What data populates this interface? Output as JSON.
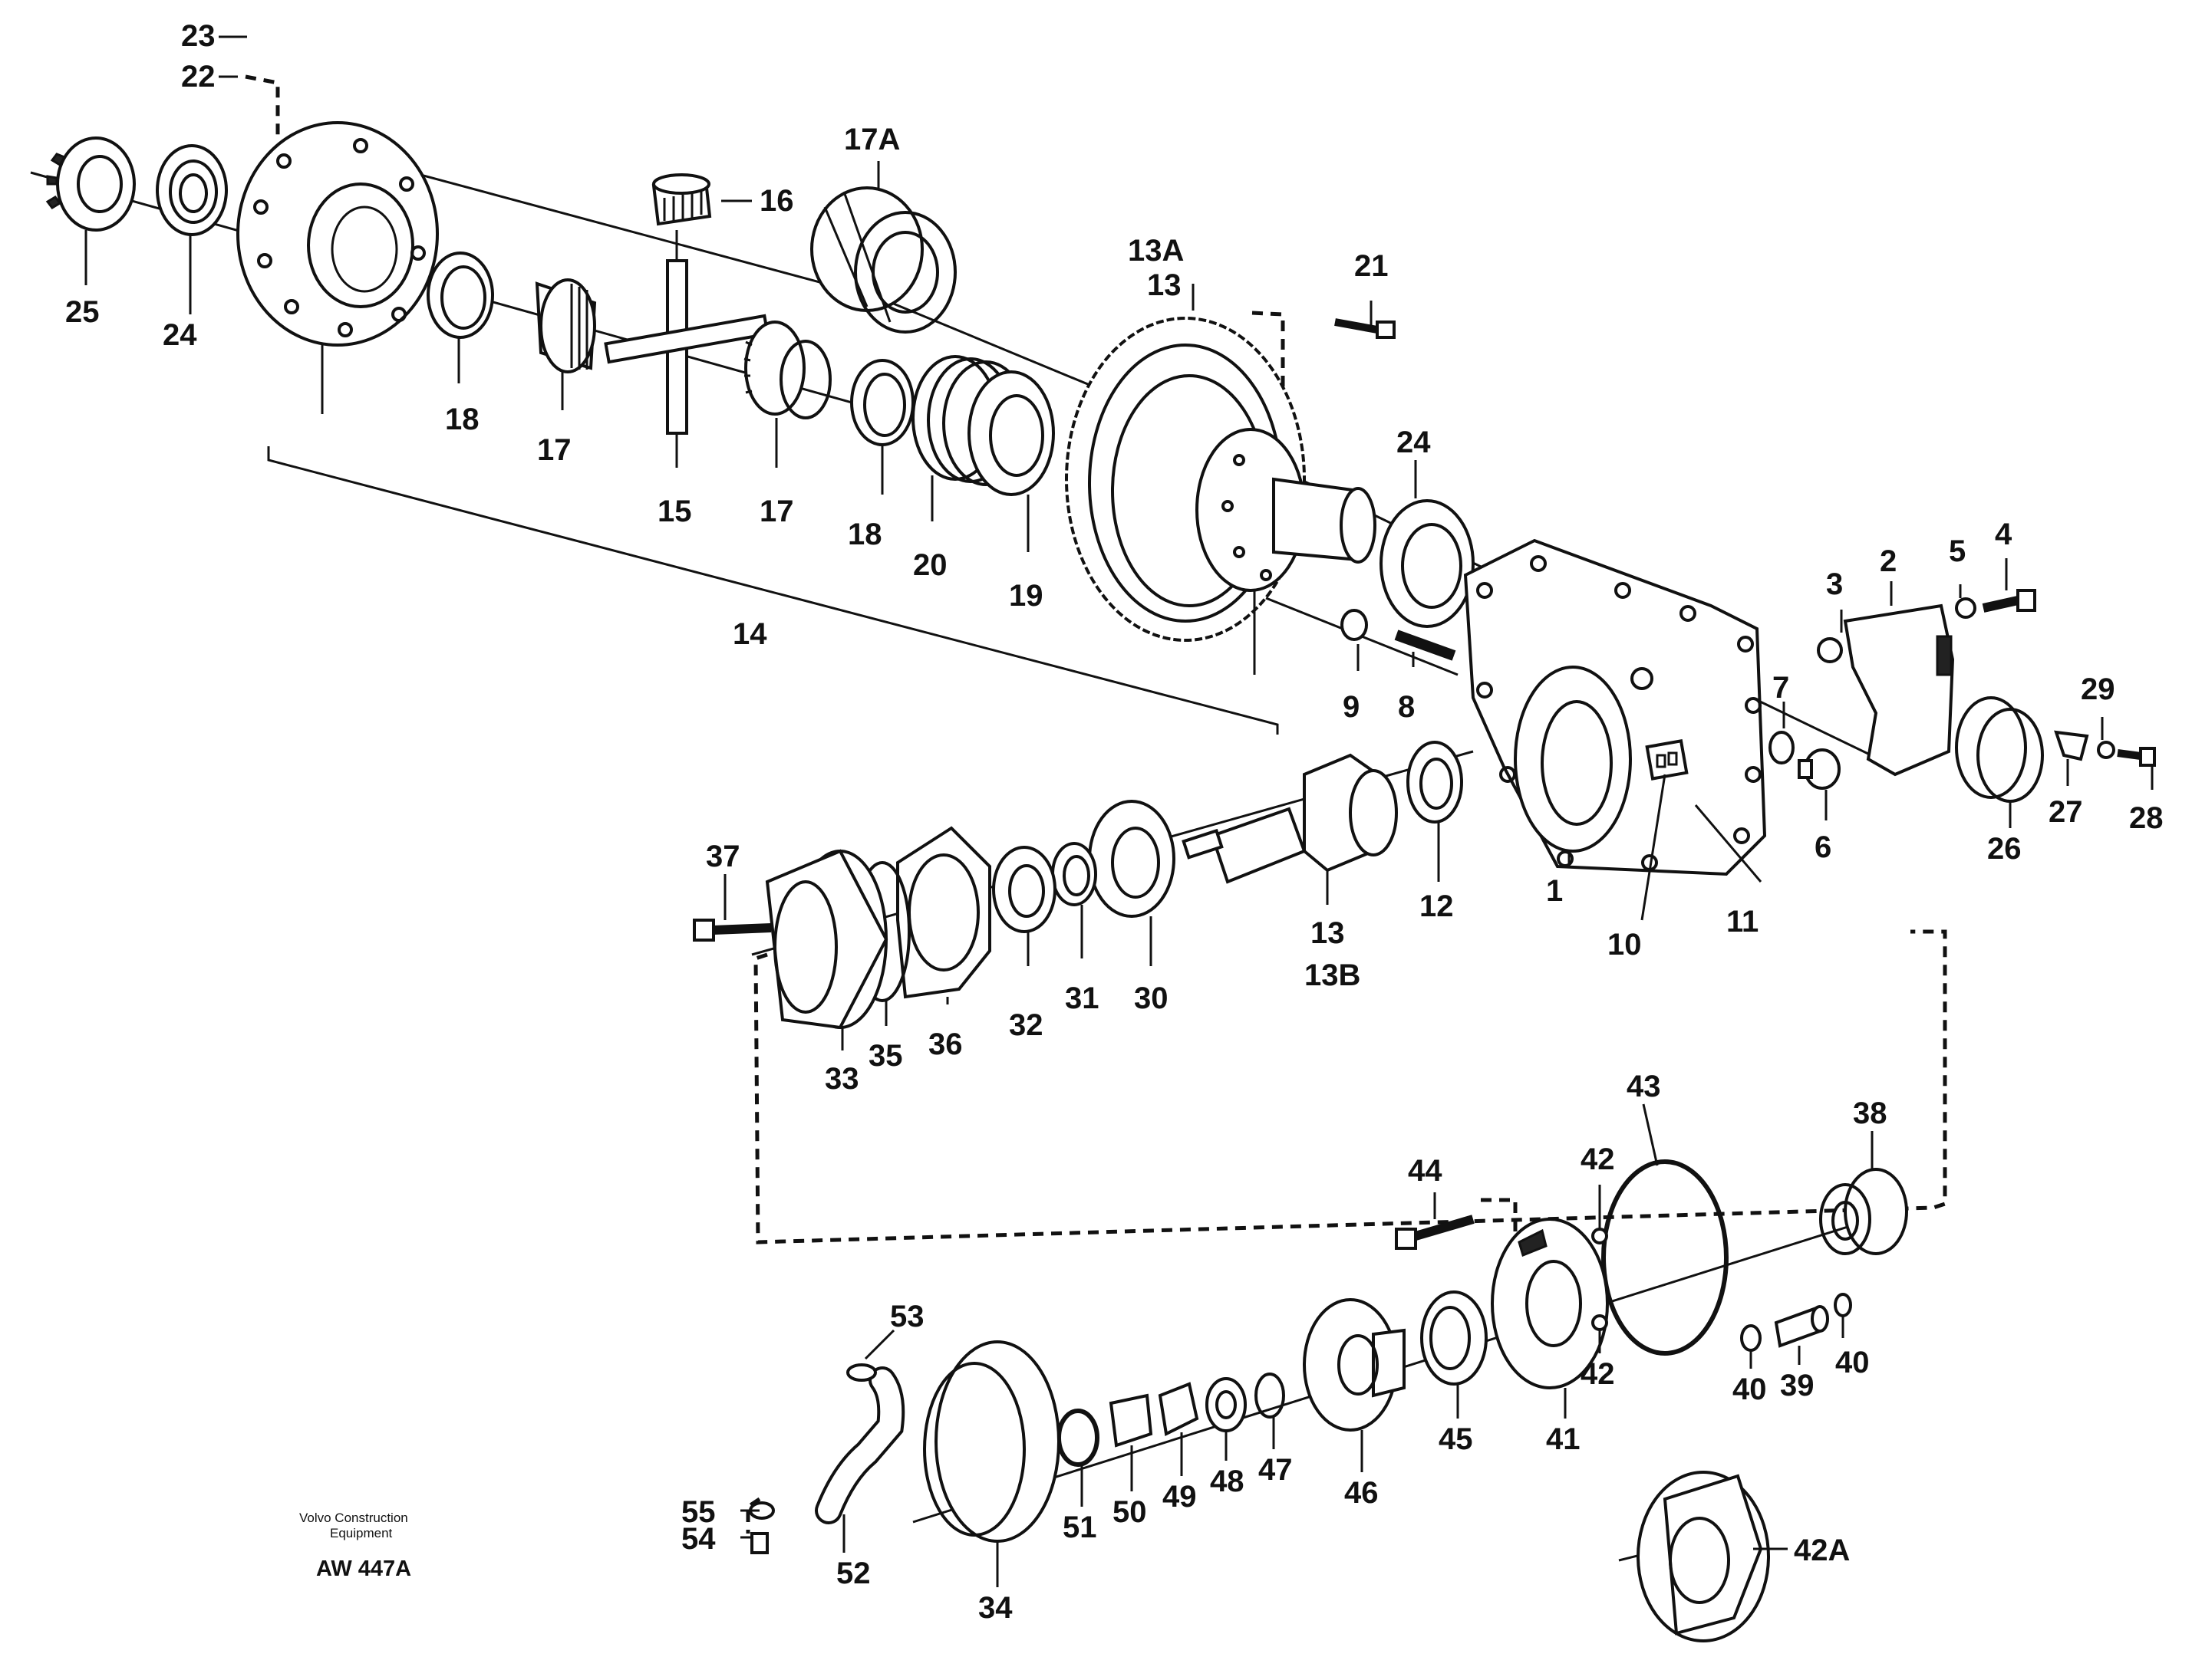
{
  "diagram": {
    "labels": [
      "23",
      "22",
      "25",
      "24",
      "17A",
      "16",
      "18",
      "17",
      "15",
      "17",
      "18",
      "20",
      "19",
      "13A",
      "13",
      "21",
      "24",
      "14",
      "9",
      "8",
      "3",
      "2",
      "5",
      "4",
      "7",
      "6",
      "29",
      "26",
      "27",
      "28",
      "37",
      "33",
      "35",
      "36",
      "32",
      "31",
      "30",
      "13",
      "13B",
      "12",
      "1",
      "10",
      "11",
      "44",
      "42",
      "43",
      "38",
      "40",
      "39",
      "40",
      "42",
      "41",
      "45",
      "46",
      "47",
      "48",
      "49",
      "50",
      "51",
      "34",
      "53",
      "55",
      "54",
      "52",
      "42A"
    ],
    "credit_line1": "Volvo Construction",
    "credit_line2": "Equipment",
    "drawing_code": "AW 447A"
  }
}
